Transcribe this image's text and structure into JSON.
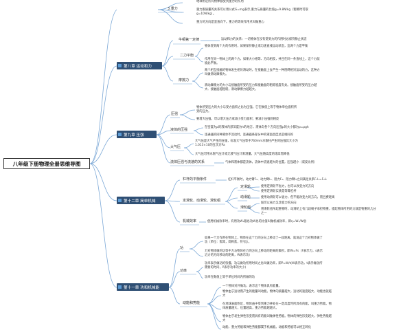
{
  "root": "八年级下册物理全册思维导图",
  "chapters": {
    "ch8": "第八章 运动和力",
    "ch9": "第九章 压强",
    "ch12": "第十二章 简单机械",
    "ch11": "第十一章 功和机械能"
  },
  "top": {
    "label": "3.重力",
    "t1": "地球附近所有物体都受到重力的作用",
    "t2": "重力跟质量的关系可以用公式G=mg表示,重力与质量的比值g=9.8N/kg（粗略时可取g=10N/kg）。",
    "t3": "重力的方向是竖直向下。重力的等效作用点叫做重心"
  },
  "motion": {
    "newton": "牛顿第一定律",
    "newton_t": "运动和力的关系：一切物体在没有受到力的作用时总保持静止状态",
    "balance": "二力平衡",
    "balance_t1": "物体受到两个力的作用时，如果保持静止或匀速直线运动状态，这两个力是平衡",
    "balance_t2": "作用在同一物体上的两个力，如果大小相等、方向相反，并且在同一条直线上，这个力就彼此平衡。",
    "friction": "摩擦力",
    "friction_t1": "两个相互接触的物体发生相对滑动时，在接触面上会产生一种阻碍相对运动的力，这种力叫做滑动摩擦力。",
    "friction_t2": "滑动摩擦力的大小与接触面所受的压力和接触面的粗糙程度有关。接触面所受的压力越大、接触面越粗糙，滑动摩擦力越越大。"
  },
  "pressure": {
    "p": "压强",
    "p_t1": "物体所受压力的大小与受力面积之比为压强。它在数值上等于物体单位面积所受的压力。",
    "p_t2": "要增大压强，可以增大压力或减小受力面积；要减小压强则相反",
    "liquid": "液体的压强",
    "liquid_t1": "在密度为ρ的液体内部深度为h的地方，液体向各个方向压强p的大小都为p=ρgh",
    "liquid_t2": "连通器的同种液体不流动时，连通器各部分中的液面高度总是相同的",
    "air": "大气压",
    "air_t1": "大气压是大气产生的压强，标准大气压等于760mm水银柱产生的压强其大小为1.013×10的五次方Pa",
    "air_t2": "大气压可用水银气压计或无液气压计来测量，大气压随高度的增高而降低",
    "flow": "流体压强与流速的关系",
    "flow_t": "气体和液体都是流体，流体中流速越大的位置，压强越小（或反比例）"
  },
  "machines": {
    "lever": "杠杆的平衡条件",
    "lever_t": "杠杆平衡时，动力臂F₁、动力臂l₁、阻力F₂、阻力臂l₂之间满足关系F₁l₁=F₂l₂",
    "pulley": "定滑轮、动滑轮、滑轮组",
    "fixed": "定滑轮",
    "fixed_t1": "使用定滑轮不省力，也可以改变力的方向",
    "fixed_t2": "使用定滑轮实质是等臂杠杆",
    "moving": "动滑轮",
    "moving_t": "使用动滑轮可以省力，但不能改变力的方向，而且费距离",
    "group": "滑轮组",
    "group_t1": "既可以省力又改变力的方向",
    "group_t2": "用滑轮组吊起重物时，动滑轮上有几段绳子承担物重，提起物体所用的力就是物重的几分之一",
    "eff": "机械效率",
    "eff_t": "使用机械效率时，有用功W₁跟总功W总的比值叫做机械效率，即η=W₁/W总"
  },
  "work": {
    "w": "功",
    "w_t1": "如果一个力作用在物体上，物体在这个力的方向上移动了一段距离，就说这个力对物体做了功（单位：焦耳，简称焦，符号J）。",
    "w_t2": "力对物体做的功等于力与物体在力的方向上移动的距离的乘积，即W=Fs（F表示力，s表示沿力的方向移动的距离，W表示功）",
    "power": "功率",
    "power_t1": "功率表示做功的快慢，功与做功所用时间之比叫做功率，即P=W/t(W表示功，t表示做功所需要的时间，P表示功率的大小)",
    "power_t2": "功率在数值上等于单位时间内所做的功",
    "energy": "动能和势能",
    "energy_t1": "一个物体对外做功，表示这个物体具有能量。",
    "energy_t2": "物体由于运动而产生的能量叫动能。物体的质量越大，运动的速度越大，动能也就越大",
    "energy_t3": "在地球表面附近，物体由于受到重力并处在一定高度时所具有的能，叫重力势能。物体质量越大，位置越高，重力势能越越大。",
    "energy_t4": "物体由于发生弹性形变而具有的能叫做弹性势能。物体的弹性形变越大，弹性势能越大",
    "energy_t5": "动能、重力势能和弹性势能都属于机械能。动能和势能可以相互转化"
  }
}
